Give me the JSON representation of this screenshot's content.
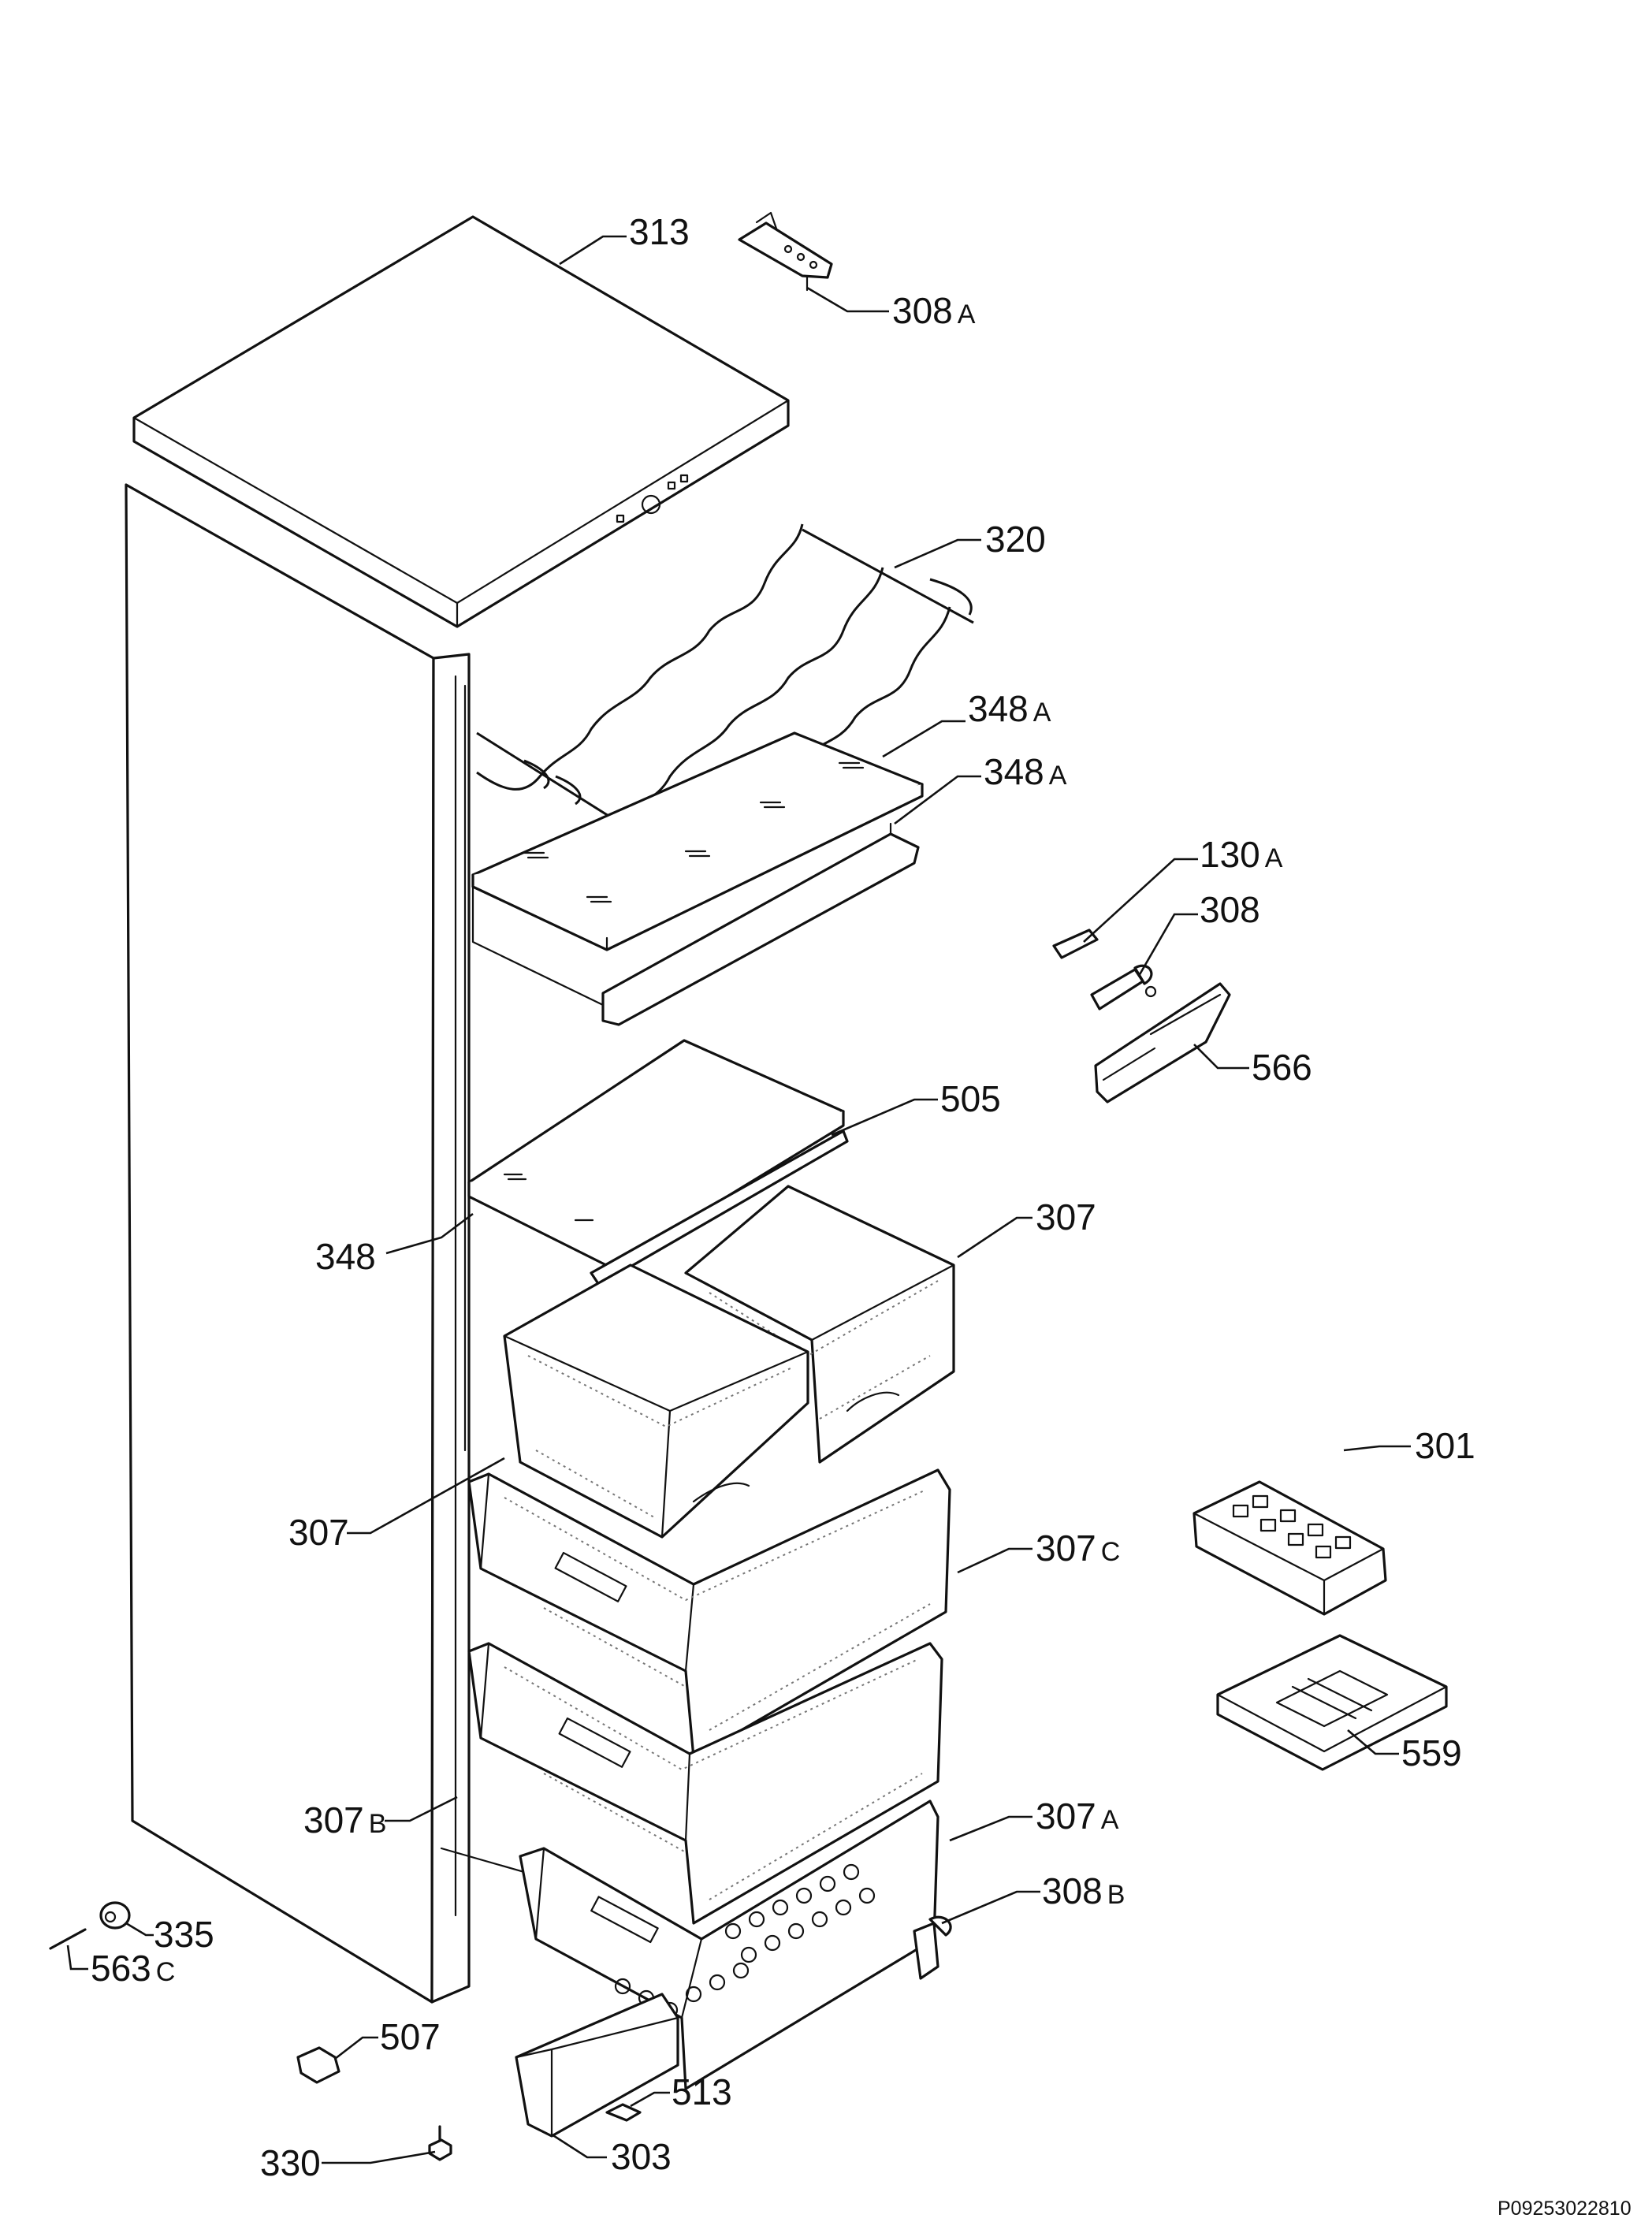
{
  "callouts": [
    {
      "id": "313",
      "num": "313",
      "suffix": ""
    },
    {
      "id": "308a",
      "num": "308",
      "suffix": "A"
    },
    {
      "id": "320",
      "num": "320",
      "suffix": ""
    },
    {
      "id": "348a-1",
      "num": "348",
      "suffix": "A"
    },
    {
      "id": "348a-2",
      "num": "348",
      "suffix": "A"
    },
    {
      "id": "130a",
      "num": "130",
      "suffix": "A"
    },
    {
      "id": "308",
      "num": "308",
      "suffix": ""
    },
    {
      "id": "566",
      "num": "566",
      "suffix": ""
    },
    {
      "id": "505",
      "num": "505",
      "suffix": ""
    },
    {
      "id": "307-top",
      "num": "307",
      "suffix": ""
    },
    {
      "id": "348",
      "num": "348",
      "suffix": ""
    },
    {
      "id": "301",
      "num": "301",
      "suffix": ""
    },
    {
      "id": "307-left",
      "num": "307",
      "suffix": ""
    },
    {
      "id": "307c",
      "num": "307",
      "suffix": "C"
    },
    {
      "id": "559",
      "num": "559",
      "suffix": ""
    },
    {
      "id": "307b",
      "num": "307",
      "suffix": "B"
    },
    {
      "id": "307a",
      "num": "307",
      "suffix": "A"
    },
    {
      "id": "308b",
      "num": "308",
      "suffix": "B"
    },
    {
      "id": "335",
      "num": "335",
      "suffix": ""
    },
    {
      "id": "563c",
      "num": "563",
      "suffix": "C"
    },
    {
      "id": "507",
      "num": "507",
      "suffix": ""
    },
    {
      "id": "513",
      "num": "513",
      "suffix": ""
    },
    {
      "id": "330",
      "num": "330",
      "suffix": ""
    },
    {
      "id": "303",
      "num": "303",
      "suffix": ""
    }
  ],
  "drawing_code": "P09253022810"
}
